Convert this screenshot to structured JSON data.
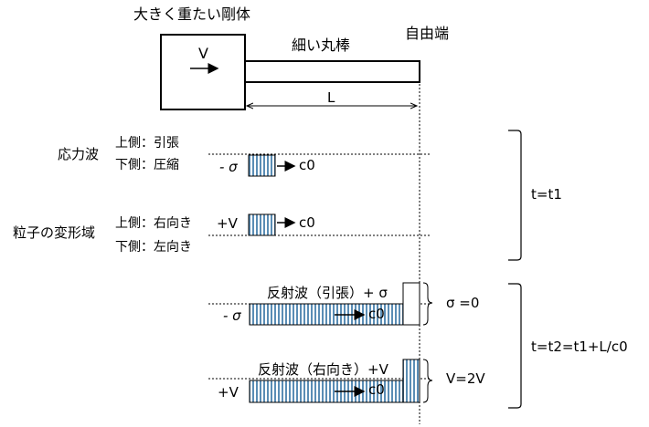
{
  "top": {
    "rigid_body": "大きく重たい剛体",
    "rigid_velocity": "V",
    "rod": "細い丸棒",
    "free_end": "自由端",
    "length": "L"
  },
  "stress_wave": {
    "title": "応力波",
    "upper": "上側：引張",
    "lower": "下側：圧縮",
    "value": "- σ",
    "speed": "c0"
  },
  "particle": {
    "title": "粒子の変形域",
    "upper": "上側：右向き",
    "lower": "下側：左向き",
    "value": "+V",
    "speed": "c0"
  },
  "reflect_stress": {
    "label": "反射波（引張）+ σ",
    "value": "- σ",
    "speed": "c0",
    "result": "σ =0"
  },
  "reflect_particle": {
    "label": "反射波（右向き）+V",
    "value": "+V",
    "speed": "c0",
    "result": "V=2V"
  },
  "time": {
    "t1": "t=t1",
    "t2": "t=t2=t1+L/c0"
  }
}
